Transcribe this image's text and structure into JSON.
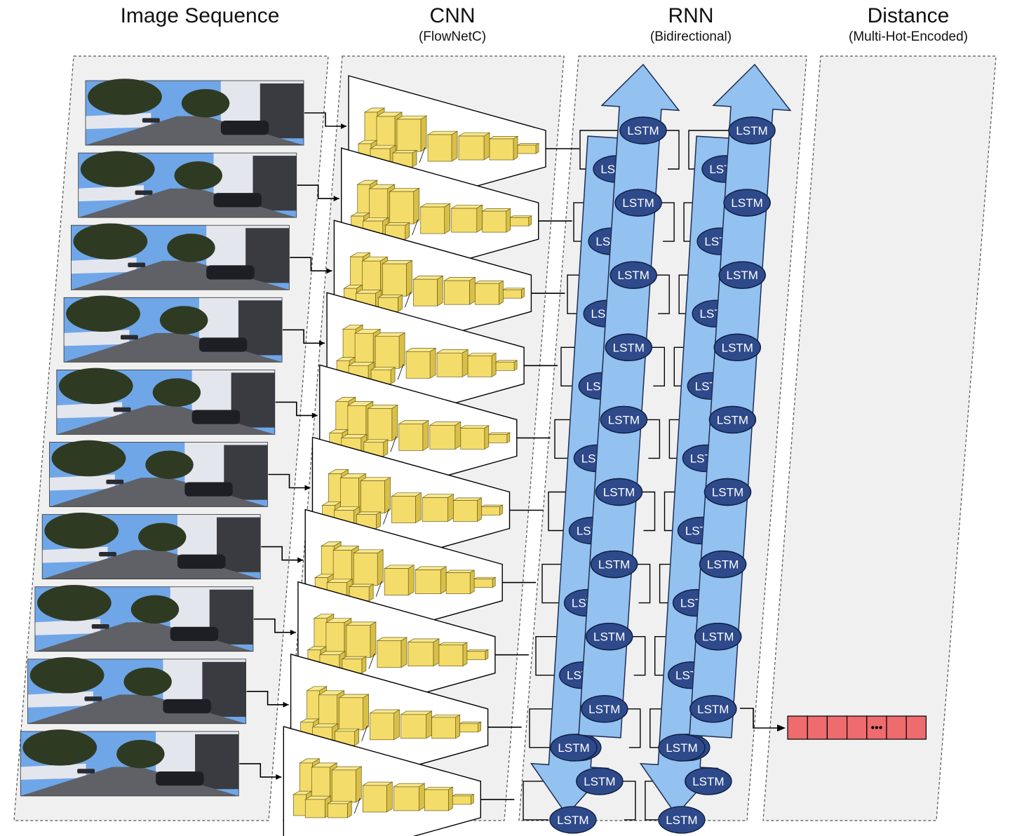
{
  "sections": [
    {
      "title": "Image Sequence",
      "subtitle": ""
    },
    {
      "title": "CNN",
      "subtitle": "(FlowNetC)"
    },
    {
      "title": "RNN",
      "subtitle": "(Bidirectional)"
    },
    {
      "title": "Distance",
      "subtitle": "(Multi-Hot-Encoded)"
    }
  ],
  "lstm_label": "LSTM",
  "frame_count": 10,
  "output_vector": {
    "cells": 7,
    "ellipsis": "•••"
  },
  "colors": {
    "panel_fill": "#f0f0f0",
    "panel_border": "#555555",
    "cnn_block": "#f3dc6a",
    "cnn_block_edge": "#6f5f1a",
    "rnn_arrow": "#93c1f0",
    "rnn_arrow_edge": "#1c2d52",
    "lstm_node": "#2e4a8a",
    "lstm_node_edge": "#0f1f44",
    "output_cell": "#ee6b6e",
    "sky": "#6fa6e8",
    "road": "#5f6166",
    "tree": "#2f3a22",
    "building": "#e4e6ee"
  },
  "icons": {
    "image_frame": "street-scene-image-icon",
    "cnn_block": "cube-icon",
    "output": "vector-cell-icon"
  }
}
